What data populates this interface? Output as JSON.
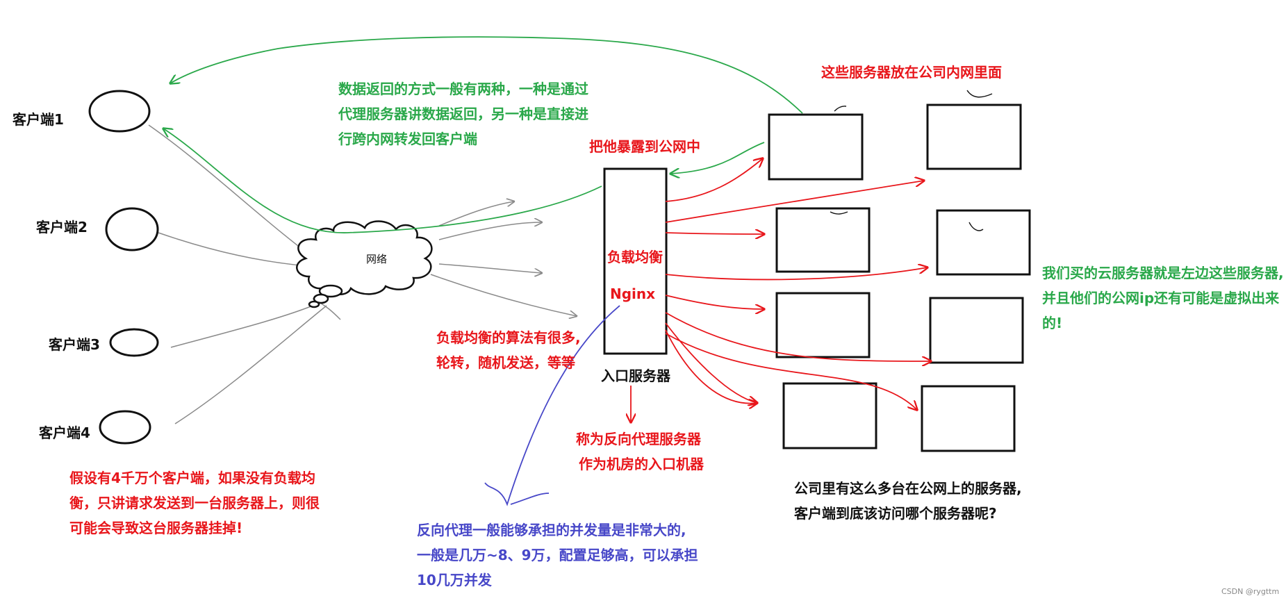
{
  "clients": [
    "客户端1",
    "客户端2",
    "客户端3",
    "客户端4"
  ],
  "cloud_label": "网络",
  "entry_server": {
    "inner_lines": [
      "负载均衡",
      "Nginx"
    ],
    "caption": "入口服务器"
  },
  "notes": {
    "return_paths": [
      "数据返回的方式一般有两种，一种是通过",
      "代理服务器讲数据返回，另一种是直接进",
      "行跨内网转发回客户端"
    ],
    "expose": "把他暴露到公网中",
    "intranet": "这些服务器放在公司内网里面",
    "cloud_servers": [
      "我们买的云服务器就是左边这些服务器,",
      "并且他们的公网ip还有可能是虚拟出来",
      "的!"
    ],
    "algorithms": [
      "负载均衡的算法有很多,",
      "轮转，随机发送，等等"
    ],
    "reverse_proxy": [
      "称为反向代理服务器",
      "作为机房的入口机器"
    ],
    "capacity": [
      "反向代理一般能够承担的并发量是非常大的,",
      "一般是几万~8、9万，配置足够高，可以承担",
      "10几万并发"
    ],
    "no_balance": [
      "假设有4千万个客户端，如果没有负载均",
      "衡，只讲请求发送到一台服务器上，则很",
      "可能会导致这台服务器挂掉!"
    ],
    "question": [
      "公司里有这么多台在公网上的服务器,",
      "客户端到底该访问哪个服务器呢?"
    ]
  },
  "watermark": "CSDN @rygttm",
  "colors": {
    "green": "#2aa84a",
    "red": "#e8161b",
    "blue": "#4747c8",
    "ink": "#111111",
    "gray": "#8a8a8a"
  }
}
